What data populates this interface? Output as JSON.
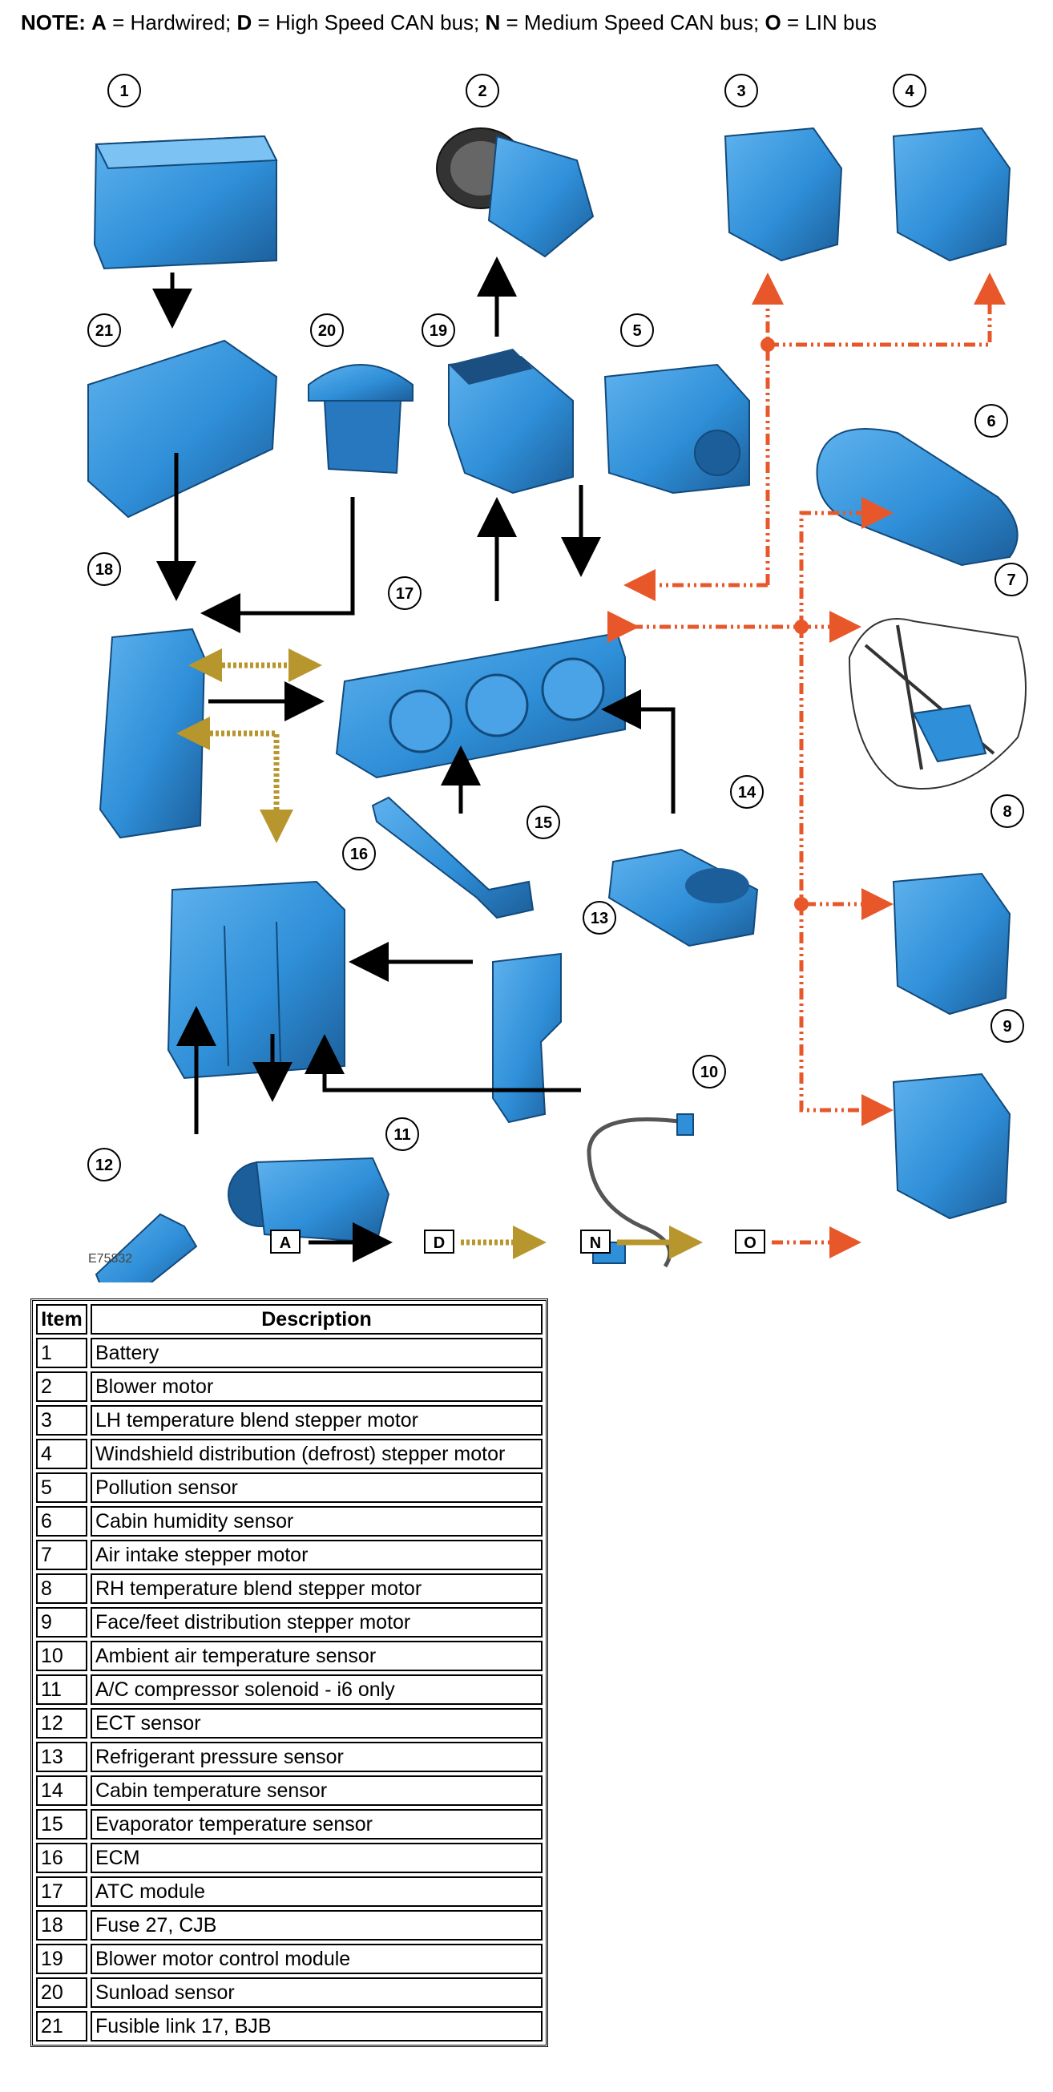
{
  "note": {
    "prefix": "NOTE:",
    "a_key": "A",
    "a_text": " = Hardwired; ",
    "d_key": "D",
    "d_text": " = High Speed CAN bus; ",
    "n_key": "N",
    "n_text": " = Medium Speed CAN bus; ",
    "o_key": "O",
    "o_text": " = LIN bus"
  },
  "figure_code": "E75832",
  "legend": [
    {
      "key": "A",
      "style": "hardwired",
      "color": "#000000"
    },
    {
      "key": "D",
      "style": "high-speed-can",
      "color": "#b8962e"
    },
    {
      "key": "N",
      "style": "medium-speed-can",
      "color": "#b8962e"
    },
    {
      "key": "O",
      "style": "lin",
      "color": "#e8572a"
    }
  ],
  "colors": {
    "component": "#2f8fd8",
    "component_dark": "#1c5e9a",
    "hardwired": "#000000",
    "can": "#b8962e",
    "lin": "#e8572a"
  },
  "callouts": [
    "1",
    "2",
    "3",
    "4",
    "5",
    "6",
    "7",
    "8",
    "9",
    "10",
    "11",
    "12",
    "13",
    "14",
    "15",
    "16",
    "17",
    "18",
    "19",
    "20",
    "21"
  ],
  "table": {
    "headers": {
      "item": "Item",
      "description": "Description"
    },
    "rows": [
      {
        "item": "1",
        "description": "Battery"
      },
      {
        "item": "2",
        "description": "Blower motor"
      },
      {
        "item": "3",
        "description": "LH temperature blend stepper motor"
      },
      {
        "item": "4",
        "description": "Windshield distribution (defrost) stepper motor"
      },
      {
        "item": "5",
        "description": "Pollution sensor"
      },
      {
        "item": "6",
        "description": "Cabin humidity sensor"
      },
      {
        "item": "7",
        "description": "Air intake stepper motor"
      },
      {
        "item": "8",
        "description": "RH temperature blend stepper motor"
      },
      {
        "item": "9",
        "description": "Face/feet distribution stepper motor"
      },
      {
        "item": "10",
        "description": "Ambient air temperature sensor"
      },
      {
        "item": "11",
        "description": "A/C compressor solenoid - i6 only"
      },
      {
        "item": "12",
        "description": "ECT sensor"
      },
      {
        "item": "13",
        "description": "Refrigerant pressure sensor"
      },
      {
        "item": "14",
        "description": "Cabin temperature sensor"
      },
      {
        "item": "15",
        "description": "Evaporator temperature sensor"
      },
      {
        "item": "16",
        "description": "ECM"
      },
      {
        "item": "17",
        "description": "ATC module"
      },
      {
        "item": "18",
        "description": "Fuse 27, CJB"
      },
      {
        "item": "19",
        "description": "Blower motor control module"
      },
      {
        "item": "20",
        "description": "Sunload sensor"
      },
      {
        "item": "21",
        "description": "Fusible link 17, BJB"
      }
    ]
  }
}
